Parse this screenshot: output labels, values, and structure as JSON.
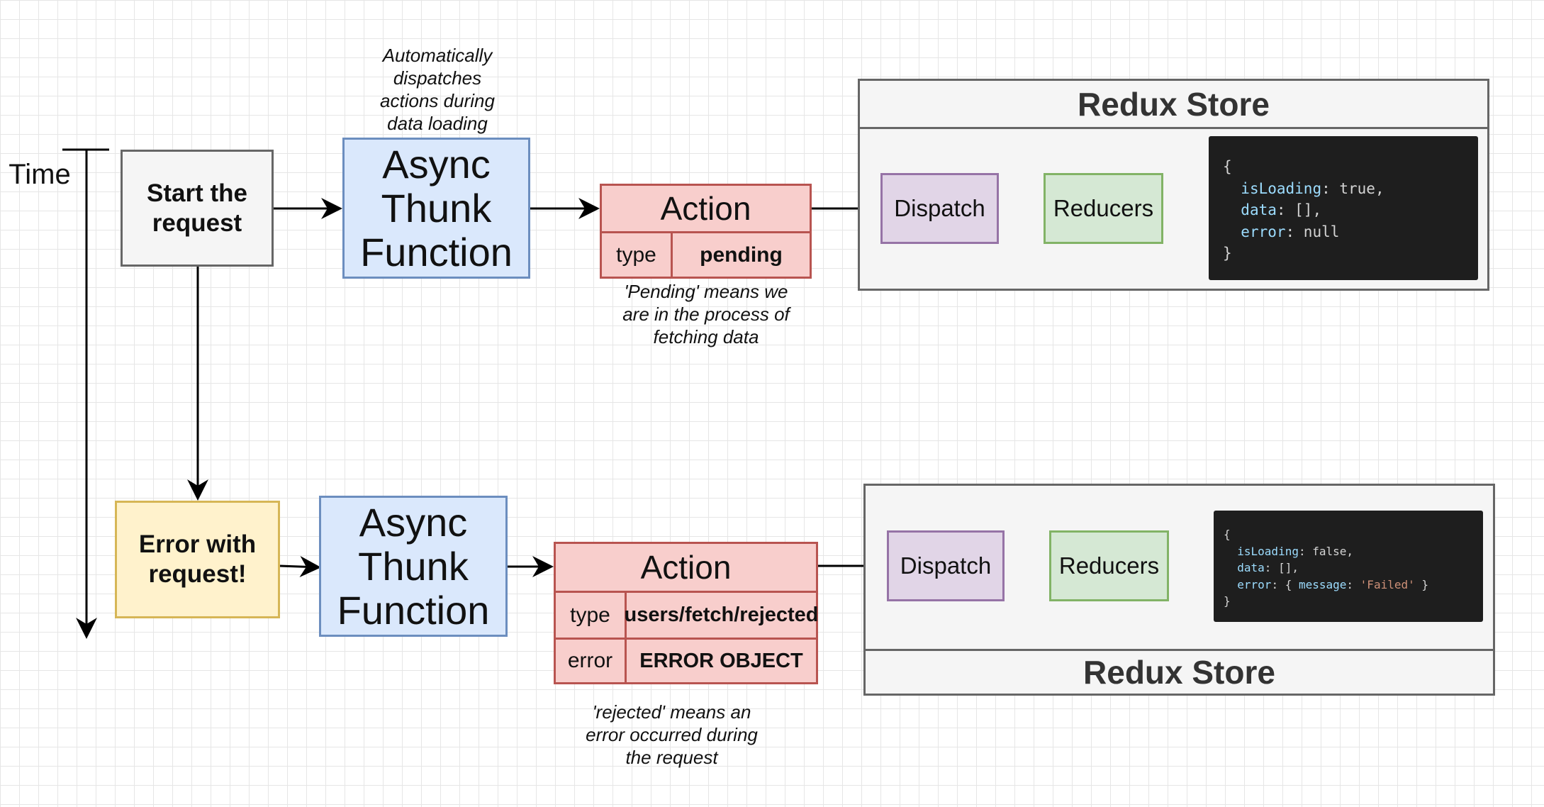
{
  "time_label": "Time",
  "top": {
    "start_box": "Start the request",
    "note_thunk": "Automatically dispatches actions during data loading",
    "thunk": [
      "Async",
      "Thunk",
      "Function"
    ],
    "action": {
      "title": "Action",
      "type_label": "type",
      "type_value": "pending"
    },
    "note_action": "'Pending' means we are in the process of fetching data",
    "store": {
      "title": "Redux Store",
      "dispatch": "Dispatch",
      "reducers": "Reducers",
      "code": {
        "open": "{",
        "k1": "isLoading",
        "v1": ": true,",
        "k2": "data",
        "v2": ": [],",
        "k3": "error",
        "v3": ": null",
        "close": "}"
      }
    }
  },
  "bottom": {
    "error_box": "Error with request!",
    "thunk": [
      "Async",
      "Thunk",
      "Function"
    ],
    "action": {
      "title": "Action",
      "type_label": "type",
      "type_value": "users/fetch/rejected",
      "error_label": "error",
      "error_value": "ERROR OBJECT"
    },
    "note_action": "'rejected' means an error occurred during the request",
    "store": {
      "title": "Redux Store",
      "dispatch": "Dispatch",
      "reducers": "Reducers",
      "code": {
        "open": "{",
        "k1": "isLoading",
        "v1": ": false,",
        "k2": "data",
        "v2": ": [],",
        "k3": "error",
        "v3a": ": { ",
        "k4": "message",
        "v3b": ": ",
        "s1": "'Failed'",
        "v3c": " }",
        "close": "}"
      }
    }
  },
  "colors": {
    "gray_fill": "#f5f5f5",
    "blue_fill": "#dae8fc",
    "red_fill": "#f8cecc",
    "yellow_fill": "#fff2cc",
    "purple_fill": "#e1d5e7",
    "green_fill": "#d5e8d4",
    "code_bg": "#1e1e1e"
  }
}
